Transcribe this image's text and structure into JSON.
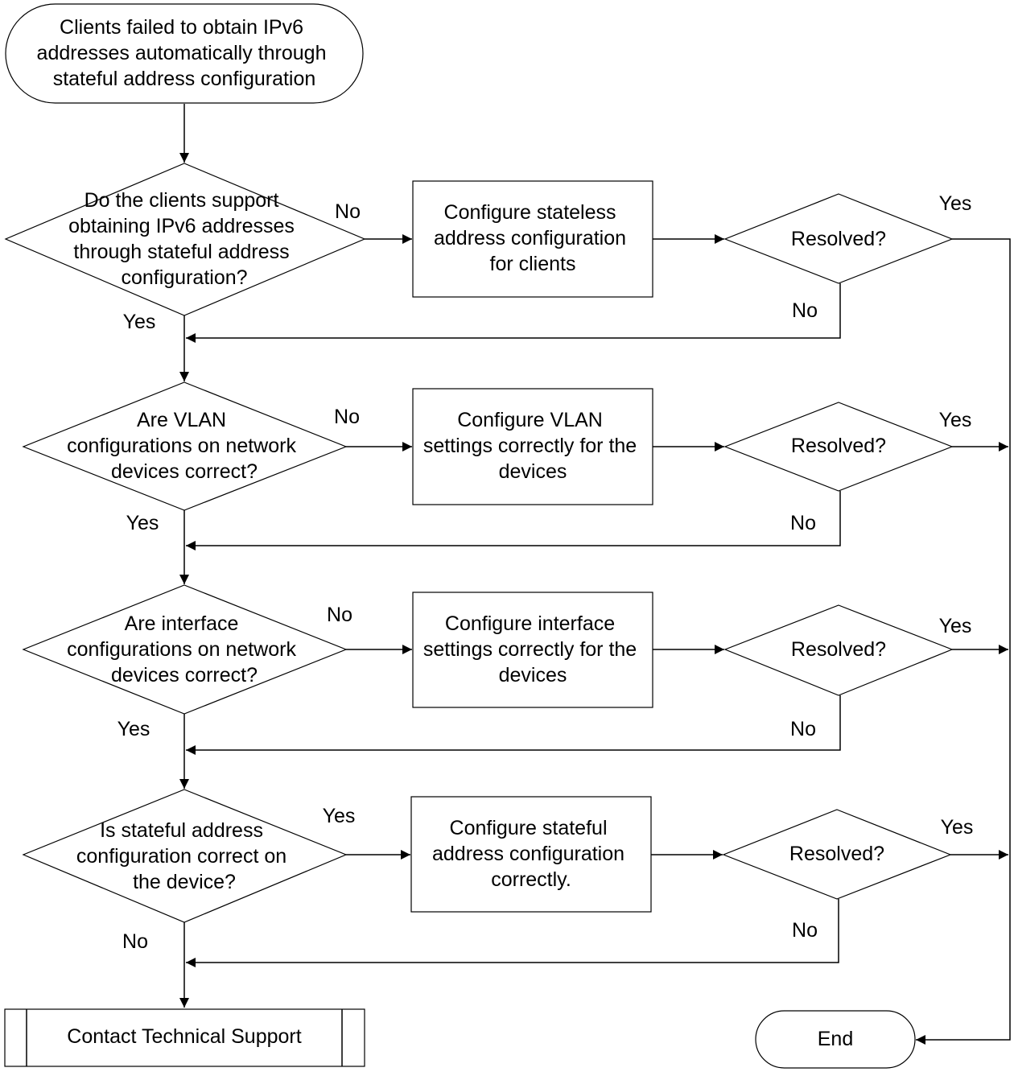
{
  "start": {
    "lines": [
      "Clients failed to obtain IPv6",
      "addresses automatically through",
      "stateful address configuration"
    ]
  },
  "decisions": [
    {
      "lines": [
        "Do the clients support",
        "obtaining IPv6 addresses",
        "through stateful address",
        "configuration?"
      ],
      "down_label": "Yes",
      "right_label": "No"
    },
    {
      "lines": [
        "Are VLAN",
        "configurations on network",
        "devices correct?"
      ],
      "down_label": "Yes",
      "right_label": "No"
    },
    {
      "lines": [
        "Are interface",
        "configurations on network",
        "devices correct?"
      ],
      "down_label": "Yes",
      "right_label": "No"
    },
    {
      "lines": [
        "Is stateful address",
        "configuration correct on",
        "the device?"
      ],
      "down_label": "No",
      "right_label": "Yes"
    }
  ],
  "actions": [
    {
      "lines": [
        "Configure stateless",
        "address configuration",
        "for clients"
      ]
    },
    {
      "lines": [
        "Configure VLAN",
        "settings correctly for the",
        "devices"
      ]
    },
    {
      "lines": [
        "Configure interface",
        "settings correctly for the",
        "devices"
      ]
    },
    {
      "lines": [
        "Configure stateful",
        "address configuration",
        "correctly."
      ]
    }
  ],
  "checks": [
    {
      "label": "Resolved?",
      "yes_label": "Yes",
      "no_label": "No"
    },
    {
      "label": "Resolved?",
      "yes_label": "Yes",
      "no_label": "No"
    },
    {
      "label": "Resolved?",
      "yes_label": "Yes",
      "no_label": "No"
    },
    {
      "label": "Resolved?",
      "yes_label": "Yes",
      "no_label": "No"
    }
  ],
  "support": {
    "label": "Contact Technical Support"
  },
  "end": {
    "label": "End"
  }
}
